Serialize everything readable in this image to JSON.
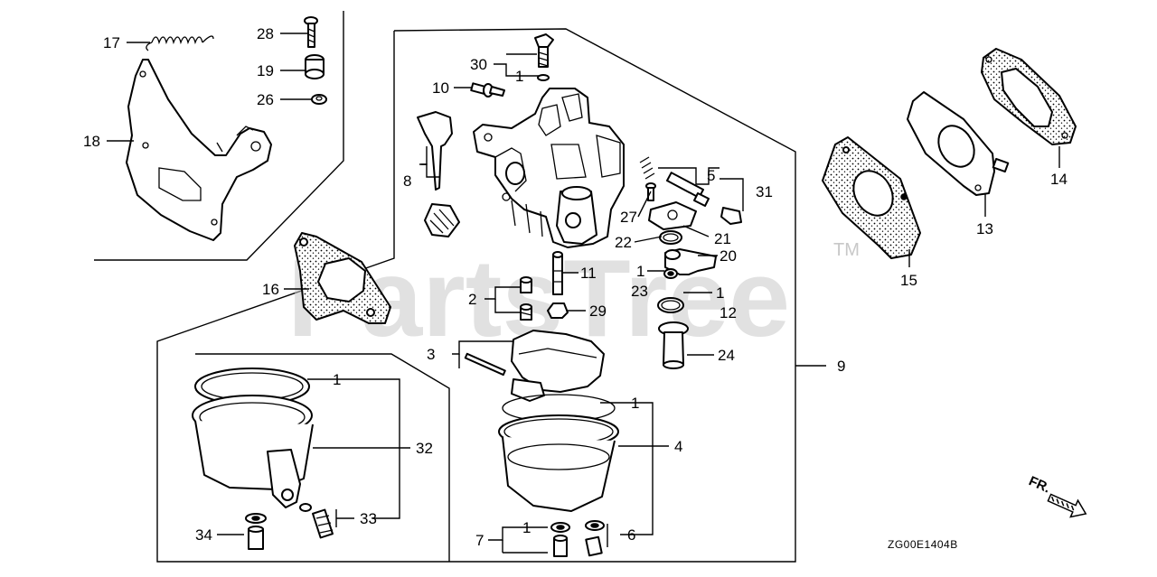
{
  "labels": {
    "l17": "17",
    "l28": "28",
    "l19": "19",
    "l26": "26",
    "l18": "18",
    "l30": "30",
    "l1_30": "1",
    "l10": "10",
    "l8": "8",
    "l5": "5",
    "l31": "31",
    "l27": "27",
    "l21": "21",
    "l22": "22",
    "l20": "20",
    "l1_23": "1",
    "l23": "23",
    "l1_12": "1",
    "l12": "12",
    "l11": "11",
    "l2": "2",
    "l29": "29",
    "l16": "16",
    "l24": "24",
    "l3": "3",
    "l9": "9",
    "l15": "15",
    "l14": "14",
    "l13": "13",
    "l1_32": "1",
    "l32": "32",
    "l33": "33",
    "l34": "34",
    "l1_4": "1",
    "l4": "4",
    "l1_7": "1",
    "l7": "7",
    "l6": "6"
  },
  "watermark": {
    "text": "PartsTree",
    "trademark": "TM"
  },
  "direction": {
    "text": "FR."
  },
  "diagram_code": "ZG00E1404B"
}
